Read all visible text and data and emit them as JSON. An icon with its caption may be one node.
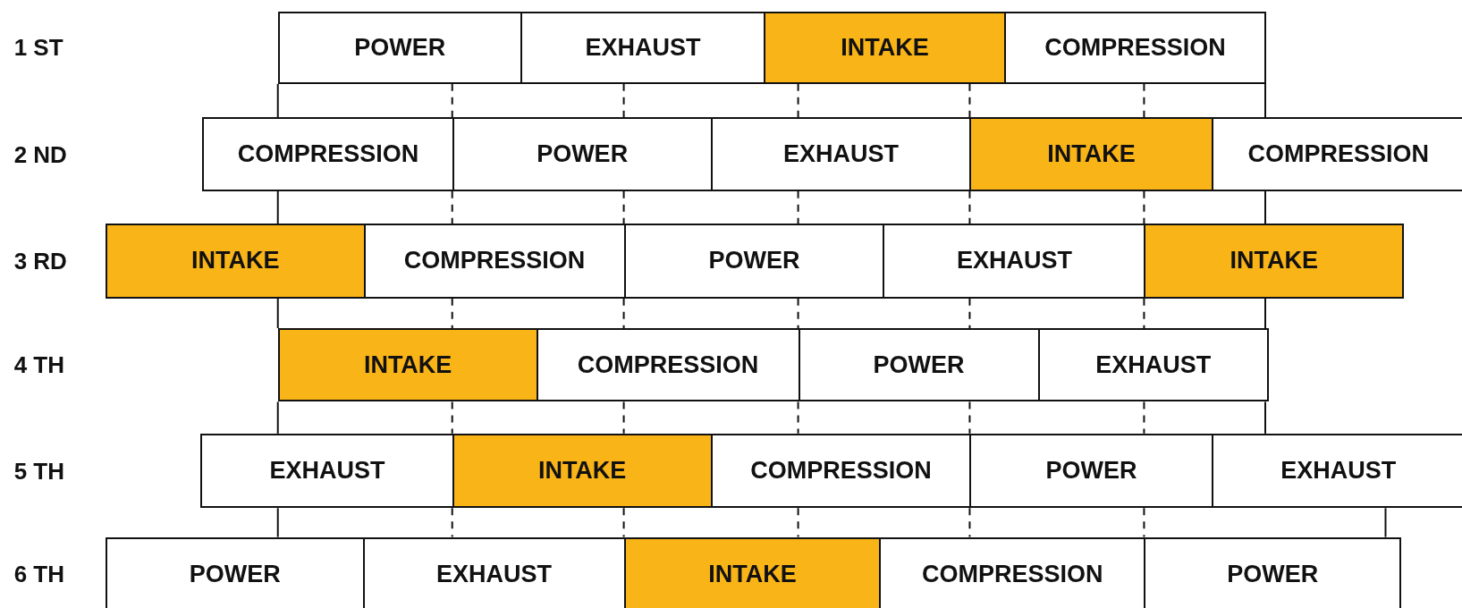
{
  "diagram": {
    "nodes": [
      {
        "text": [
          "POWER"
        ]
      },
      {
        "text": [
          "EXHAUST"
        ]
      },
      {
        "text": [
          "INTAKE"
        ]
      },
      {
        "text": [
          "COMPRESSION"
        ]
      },
      {
        "text": [
          "COMPRESSION"
        ]
      },
      {
        "text": [
          "POWER"
        ]
      },
      {
        "text": [
          "EXHAUST"
        ]
      },
      {
        "text": [
          "INTAKE"
        ]
      },
      {
        "text": [
          "COMPRESSION"
        ]
      },
      {
        "text": [
          "INTAKE"
        ]
      },
      {
        "text": [
          "COMPRESSION"
        ]
      },
      {
        "text": [
          "POWER"
        ]
      },
      {
        "text": [
          "EXHAUST"
        ]
      },
      {
        "text": [
          "INTAKE"
        ]
      },
      {
        "text": [
          "INTAKE"
        ]
      },
      {
        "text": [
          "COMPRESSION"
        ]
      },
      {
        "text": [
          "POWER"
        ]
      },
      {
        "text": [
          "EXHAUST"
        ]
      },
      {
        "text": [
          "EXHAUST"
        ]
      },
      {
        "text": [
          "INTAKE"
        ]
      },
      {
        "text": [
          "COMPRESSION"
        ]
      },
      {
        "text": [
          "POWER"
        ]
      },
      {
        "text": [
          "EXHAUST"
        ]
      },
      {
        "text": [
          "POWER"
        ]
      },
      {
        "text": [
          "EXHAUST"
        ]
      },
      {
        "text": [
          "INTAKE"
        ]
      },
      {
        "text": [
          "COMPRESSION"
        ]
      },
      {
        "text": [
          "POWER"
        ]
      }
    ],
    "labels": [
      "1 ST",
      "2 ND",
      "3 RD",
      "4 TH",
      "5 TH",
      "6 TH"
    ]
  }
}
